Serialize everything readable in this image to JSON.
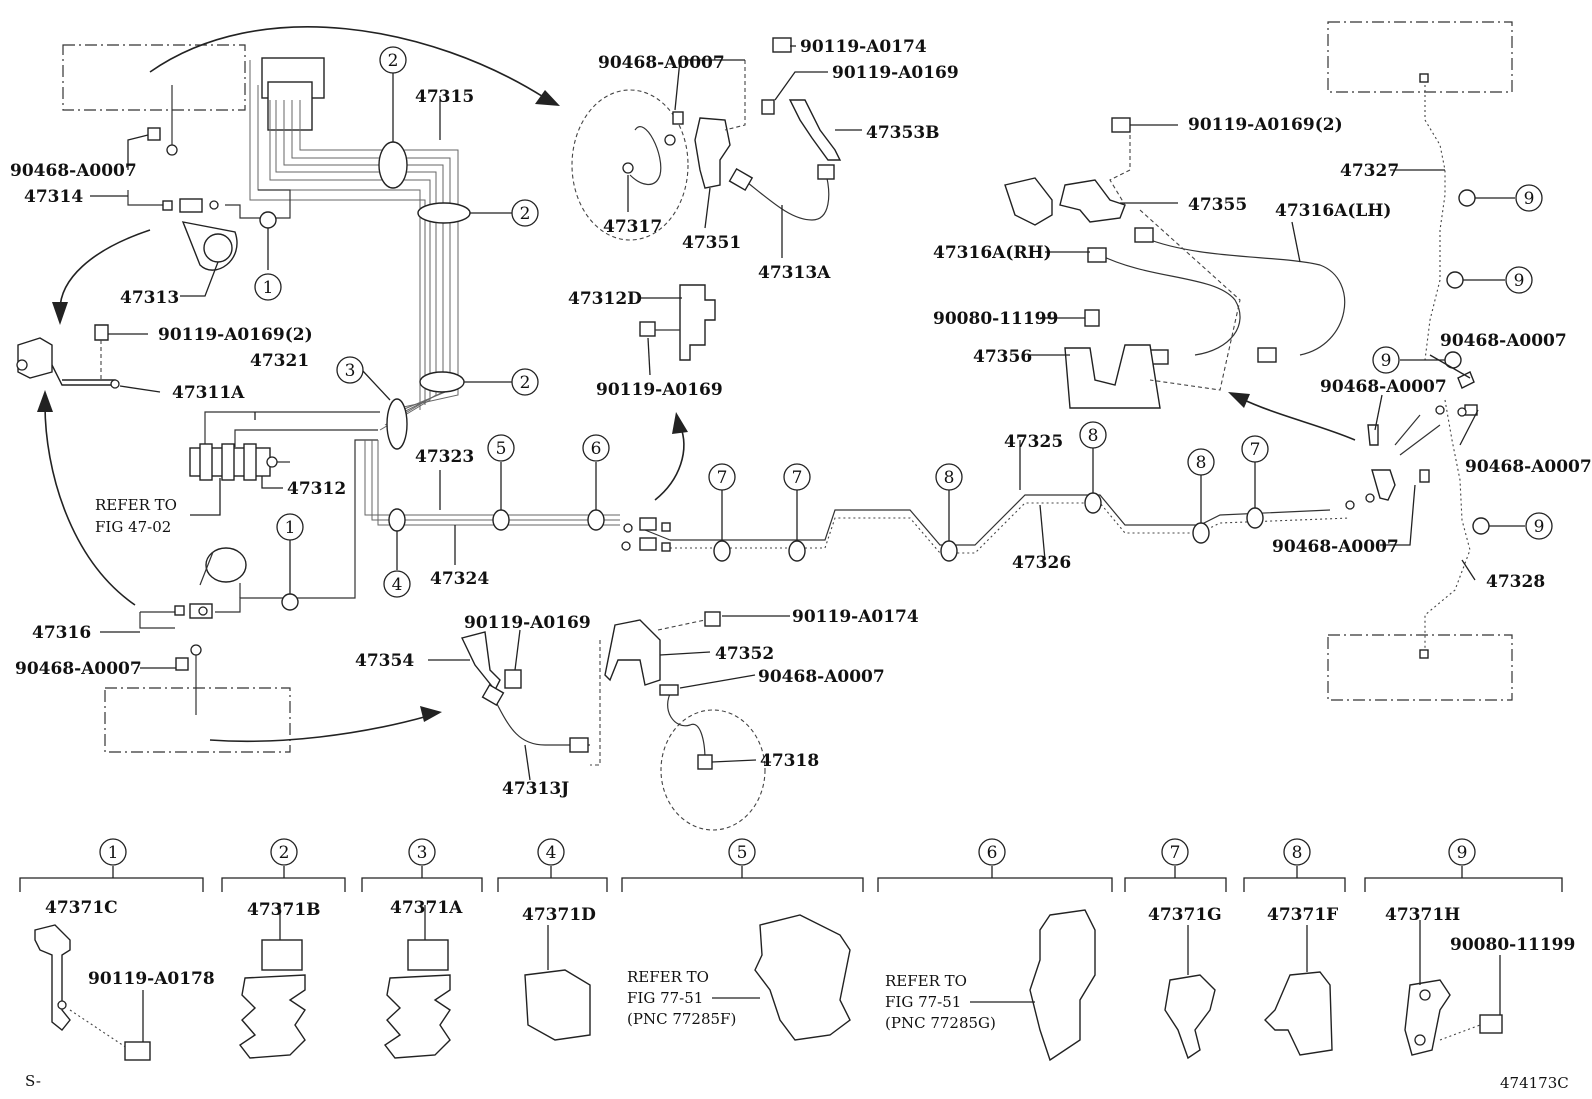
{
  "labels": [
    {
      "id": "p90468a0007_1",
      "text": "90468-A0007"
    },
    {
      "id": "p90119a0174_1",
      "text": "90119-A0174"
    },
    {
      "id": "p90119a0169_1",
      "text": "90119-A0169"
    },
    {
      "id": "p47353b",
      "text": "47353B"
    },
    {
      "id": "p47317",
      "text": "47317"
    },
    {
      "id": "p47351",
      "text": "47351"
    },
    {
      "id": "p47313a",
      "text": "47313A"
    },
    {
      "id": "p90119a0169_2x",
      "text": "90119-A0169(2)"
    },
    {
      "id": "p47327",
      "text": "47327"
    },
    {
      "id": "p47355",
      "text": "47355"
    },
    {
      "id": "p47316a_lh",
      "text": "47316A(LH)"
    },
    {
      "id": "p47316a_rh",
      "text": "47316A(RH)"
    },
    {
      "id": "p90080_11199_1",
      "text": "90080-11199"
    },
    {
      "id": "p47356",
      "text": "47356"
    },
    {
      "id": "p90468a0007_2",
      "text": "90468-A0007"
    },
    {
      "id": "p90468a0007_3",
      "text": "90468-A0007"
    },
    {
      "id": "p90468a0007_4",
      "text": "90468-A0007"
    },
    {
      "id": "p47315",
      "text": "47315"
    },
    {
      "id": "p90468a0007_5",
      "text": "90468-A0007"
    },
    {
      "id": "p47314",
      "text": "47314"
    },
    {
      "id": "p47313",
      "text": "47313"
    },
    {
      "id": "p90119a0169_2x_b",
      "text": "90119-A0169(2)"
    },
    {
      "id": "p47321",
      "text": "47321"
    },
    {
      "id": "p47311a",
      "text": "47311A"
    },
    {
      "id": "p47312d",
      "text": "47312D"
    },
    {
      "id": "p90119a0169_3",
      "text": "90119-A0169"
    },
    {
      "id": "p47323",
      "text": "47323"
    },
    {
      "id": "p47312",
      "text": "47312"
    },
    {
      "id": "p47325",
      "text": "47325"
    },
    {
      "id": "p47326",
      "text": "47326"
    },
    {
      "id": "p47324",
      "text": "47324"
    },
    {
      "id": "p90468a0007_6",
      "text": "90468-A0007"
    },
    {
      "id": "p47328",
      "text": "47328"
    },
    {
      "id": "p47316",
      "text": "47316"
    },
    {
      "id": "p90468a0007_7",
      "text": "90468-A0007"
    },
    {
      "id": "p90119a0169_4",
      "text": "90119-A0169"
    },
    {
      "id": "p90119a0174_2",
      "text": "90119-A0174"
    },
    {
      "id": "p47354",
      "text": "47354"
    },
    {
      "id": "p47352",
      "text": "47352"
    },
    {
      "id": "p90468a0007_8",
      "text": "90468-A0007"
    },
    {
      "id": "p47318",
      "text": "47318"
    },
    {
      "id": "p47313j",
      "text": "47313J"
    },
    {
      "id": "p47371c",
      "text": "47371C"
    },
    {
      "id": "p90119a0178",
      "text": "90119-A0178"
    },
    {
      "id": "p47371b",
      "text": "47371B"
    },
    {
      "id": "p47371a",
      "text": "47371A"
    },
    {
      "id": "p47371d",
      "text": "47371D"
    },
    {
      "id": "p47371g",
      "text": "47371G"
    },
    {
      "id": "p47371f",
      "text": "47371F"
    },
    {
      "id": "p47371h",
      "text": "47371H"
    },
    {
      "id": "p90080_11199_2",
      "text": "90080-11199"
    }
  ],
  "refs": {
    "fig4702_line1": "REFER TO",
    "fig4702_line2": "FIG 47-02",
    "fig7751a_line1": "REFER TO",
    "fig7751a_line2": "FIG 77-51",
    "fig7751a_line3": "(PNC 77285F)",
    "fig7751b_line1": "REFER TO",
    "fig7751b_line2": "FIG 77-51",
    "fig7751b_line3": "(PNC 77285G)"
  },
  "callouts": [
    "1",
    "2",
    "3",
    "4",
    "5",
    "6",
    "7",
    "8",
    "9"
  ],
  "footer": {
    "left_mark": "S-",
    "diagram_code": "474173C"
  }
}
